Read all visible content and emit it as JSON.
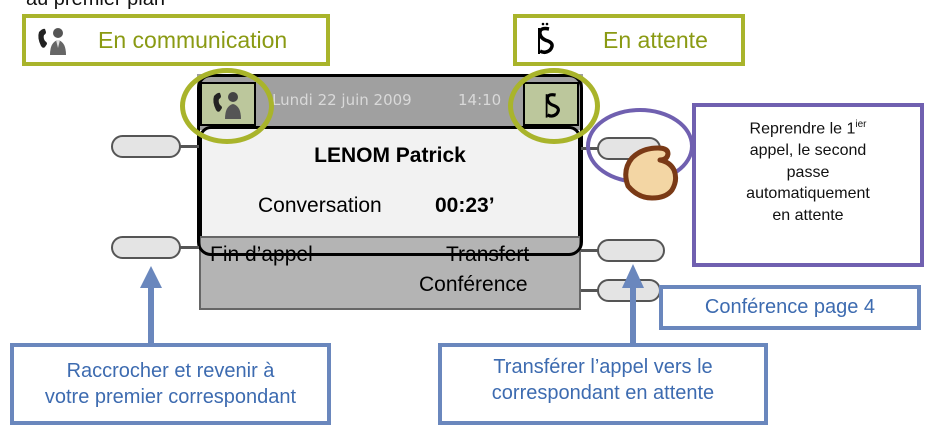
{
  "caption_top": "au premier plan",
  "legend": {
    "communication": {
      "label": "En communication",
      "icon": "call-icon"
    },
    "hold": {
      "label": "En attente",
      "icon": "hold-note-icon"
    }
  },
  "screen": {
    "date": "Lundi 22 juin 2009",
    "time": "14:10",
    "caller_name": "LENOM Patrick",
    "conversation_label": "Conversation",
    "conversation_time": "00:23’"
  },
  "softkeys": {
    "end_call": "Fin d’appel",
    "transfer": "Transfert",
    "conference": "Conférence"
  },
  "callouts": {
    "hang_up": {
      "line1": "Raccrocher et revenir à",
      "line2": "votre premier correspondant"
    },
    "transfer": {
      "line1": "Transférer l’appel vers le",
      "line2": "correspondant en attente"
    },
    "conference": "Conférence page 4",
    "resume": {
      "line1_prefix": "Reprendre le 1",
      "line1_sup": "ier",
      "line2": "appel, le second",
      "line3": "passe",
      "line4": "automatiquement",
      "line5": "en attente"
    }
  },
  "colors": {
    "legend_green": "#a9b42b",
    "legend_text": "#8a9a13",
    "callout_blue": "#6a87bd",
    "callout_text": "#3d6bb0",
    "callout_purple": "#7060b0",
    "screen_header": "#a0a0a0",
    "softkey_area": "#b4b4b4"
  }
}
